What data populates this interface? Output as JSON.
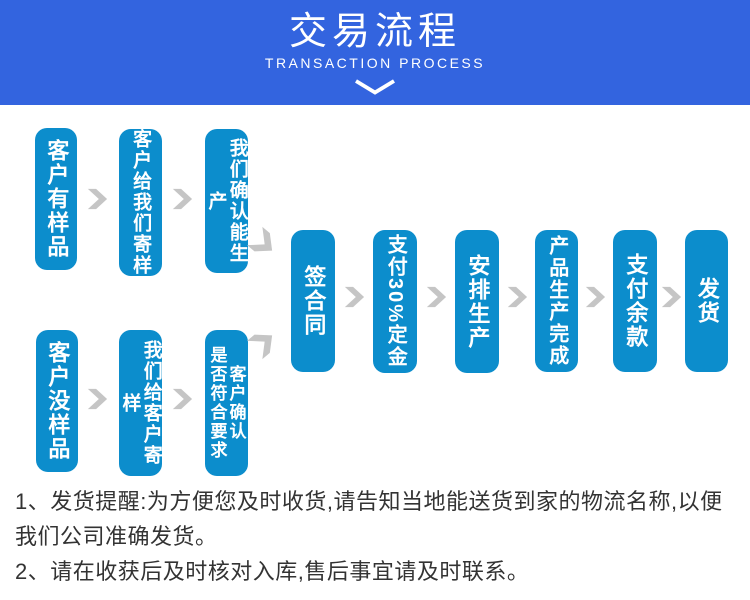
{
  "header": {
    "title": "交易流程",
    "subtitle": "TRANSACTION PROCESS",
    "chevron_icon": "chevron-down"
  },
  "colors": {
    "header_bg": "#3364df",
    "box_bg": "#0c8dcc",
    "arrow": "#c5c5c5",
    "note_text": "#333333",
    "box_text": "#ffffff"
  },
  "flow": {
    "branch_top": {
      "steps": [
        {
          "label": "客户有样品"
        },
        {
          "label": "客户给我们寄样"
        },
        {
          "label": "我们确认能生产"
        }
      ]
    },
    "branch_bottom": {
      "steps": [
        {
          "label": "客户没样品"
        },
        {
          "label": "我们给客户寄样"
        },
        {
          "label": "客户确认\n是否符合要求"
        }
      ]
    },
    "main": {
      "steps": [
        {
          "label": "签合同"
        },
        {
          "label": "支付30%定金"
        },
        {
          "label": "安排生产"
        },
        {
          "label": "产品生产完成"
        },
        {
          "label": "支付余款"
        },
        {
          "label": "发货"
        }
      ]
    }
  },
  "notes": [
    "1、发货提醒:为方便您及时收货,请告知当地能送货到家的物流名称,以便我们公司准确发货。",
    "2、请在收获后及时核对入库,售后事宜请及时联系。"
  ]
}
